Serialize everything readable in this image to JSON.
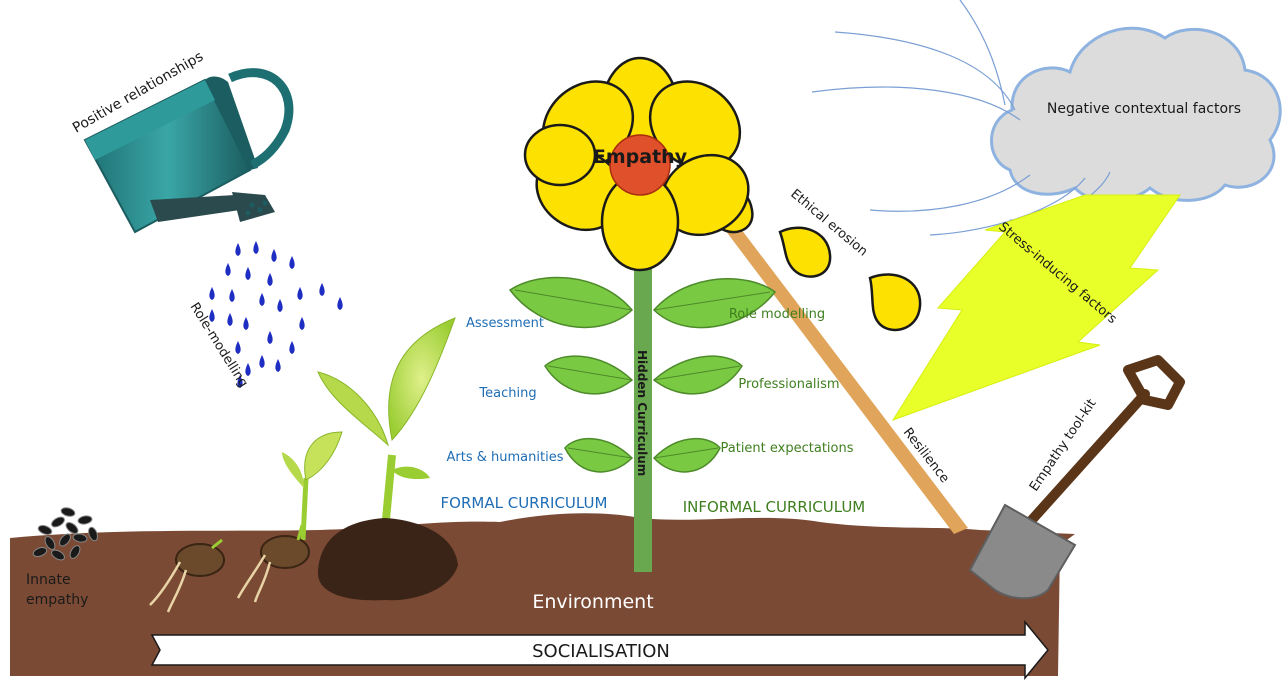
{
  "labels": {
    "center": "Empathy",
    "watering_can": "Positive relationships",
    "rain": "Role-modelling",
    "cloud": "Negative contextual factors",
    "lightning": "Stress-inducing factors",
    "drops": "Ethical erosion",
    "stake": "Resilience",
    "spade": "Empathy tool-kit",
    "stem": "Hidden Curriculum",
    "seeds": [
      "Innate",
      "empathy"
    ],
    "environment": "Environment",
    "socialisation": "SOCIALISATION",
    "formal_curriculum": "FORMAL CURRICULUM",
    "informal_curriculum": "INFORMAL CURRICULUM",
    "formal_items": [
      "Assessment",
      "Teaching",
      "Arts & humanities"
    ],
    "informal_items": [
      "Role modelling",
      "Professionalism",
      "Patient expectations"
    ]
  },
  "colors": {
    "soil": "#7b4a35",
    "petal": "#fde100",
    "flower_center": "#e0502a",
    "stem": "#6aa84f",
    "leaf": "#7ac943",
    "formal_text": "#1f6db5",
    "informal_text": "#3f7f1f",
    "rain": "#1f2ec2",
    "can": "#2e8b8b",
    "stake": "#e0a55a",
    "lightning": "#e8ff2a",
    "cloud": "#dcdcdc"
  }
}
